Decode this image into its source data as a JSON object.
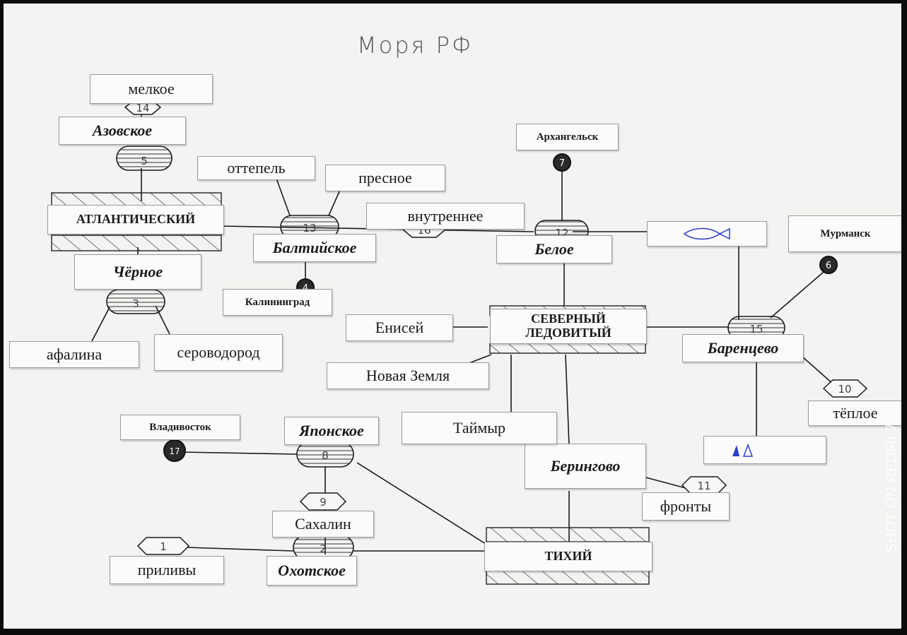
{
  "title": "Моря РФ",
  "watermark": "SHOT ON REDMI 7",
  "oceans": {
    "atlantic": "АТЛАНТИЧЕСКИЙ",
    "arctic": "СЕВЕРНЫЙ ЛЕДОВИТЫЙ",
    "pacific": "ТИХИЙ"
  },
  "seas": {
    "azov": "Азовское",
    "black": "Чёрное",
    "baltic": "Балтийское",
    "white": "Белое",
    "barents": "Баренцево",
    "japan": "Японское",
    "bering": "Берингово",
    "okhotsk": "Охотское"
  },
  "cities": {
    "arkhangelsk": "Архангельск",
    "murmansk": "Мурманск",
    "kaliningrad": "Калининград",
    "vladivostok": "Владивосток"
  },
  "features": {
    "shallow": "мелкое",
    "thaw": "оттепель",
    "fresh": "пресное",
    "inland": "внутреннее",
    "bottlenose": "афалина",
    "h2s": "сероводород",
    "yenisei": "Енисей",
    "novaya_zemlya": "Новая Земля",
    "taimyr": "Таймыр",
    "warm": "тёплое",
    "fronts": "фронты",
    "sakhalin": "Сахалин",
    "tides": "приливы"
  },
  "numbers": {
    "n14": "14",
    "n5": "5",
    "n13": "13",
    "n16": "16",
    "n12": "12",
    "n3": "3",
    "n4": "4",
    "n7": "7",
    "n6": "6",
    "n15": "15",
    "n10": "10",
    "n8": "8",
    "n17": "17",
    "n9": "9",
    "n11": "11",
    "n2": "2",
    "n1": "1"
  },
  "colors": {
    "paper": "#f3f3f1",
    "line": "#1a1a1a",
    "ink_blue": "#2b3ec9"
  },
  "icons": [
    "fish-icon",
    "triangles-icon"
  ]
}
